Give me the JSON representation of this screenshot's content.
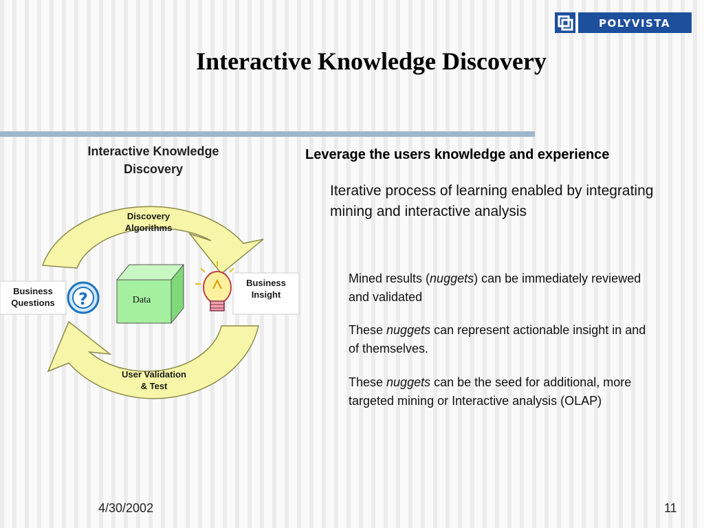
{
  "logo": {
    "text": "POLYVISTA",
    "icon": "polyvista-logo-icon"
  },
  "title": "Interactive Knowledge Discovery",
  "diagram": {
    "heading_line1": "Interactive Knowledge",
    "heading_line2": "Discovery",
    "top_arrow_line1": "Discovery",
    "top_arrow_line2": "Algorithms",
    "bottom_arrow_line1": "User Validation",
    "bottom_arrow_line2": "& Test",
    "data_label": "Data",
    "left_box_line1": "Business",
    "left_box_line2": "Questions",
    "right_box_line1": "Business",
    "right_box_line2": "Insight",
    "question_glyph": "?",
    "icons": [
      "question-mark-icon",
      "lightbulb-icon",
      "data-cube-icon"
    ],
    "colors": {
      "arrow_fill": "#f7f5a8",
      "arrow_stroke": "#8a8a4a",
      "cube": "#a5f0a0",
      "rule": "#9fb6cd",
      "question": "#1e73be"
    }
  },
  "content": {
    "headline": "Leverage the users knowledge and experience",
    "subline": "Iterative process of learning enabled by integrating mining and interactive analysis",
    "bullets": [
      {
        "before": "Mined results (",
        "em": "nuggets",
        "after": ") can be immediately reviewed and validated"
      },
      {
        "before": "These ",
        "em": "nuggets",
        "after": " can represent actionable insight in and of themselves."
      },
      {
        "before": "These ",
        "em": "nuggets",
        "after": " can be the seed for additional, more targeted mining or Interactive analysis (OLAP)"
      }
    ]
  },
  "footer": {
    "date": "4/30/2002",
    "page": "11"
  }
}
